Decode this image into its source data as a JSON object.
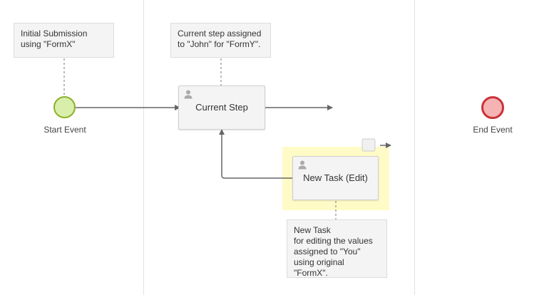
{
  "annotations": {
    "initial": "Initial Submission\nusing \"FormX\"",
    "current": "Current step assigned\nto \"John\" for \"FormY\".",
    "newtask": "New Task\nfor editing the values\nassigned to \"You\"\nusing original \"FormX\"."
  },
  "events": {
    "start": {
      "label": "Start Event"
    },
    "end": {
      "label": "End Event"
    }
  },
  "tasks": {
    "current_step": {
      "label": "Current Step"
    },
    "new_task": {
      "label": "New Task (Edit)"
    }
  },
  "colors": {
    "start_fill": "#d8eeaa",
    "start_stroke": "#8cb12a",
    "end_fill": "#f6b3b3",
    "end_stroke": "#c8323a",
    "highlight": "#fffbc6",
    "flow": "#666666"
  }
}
